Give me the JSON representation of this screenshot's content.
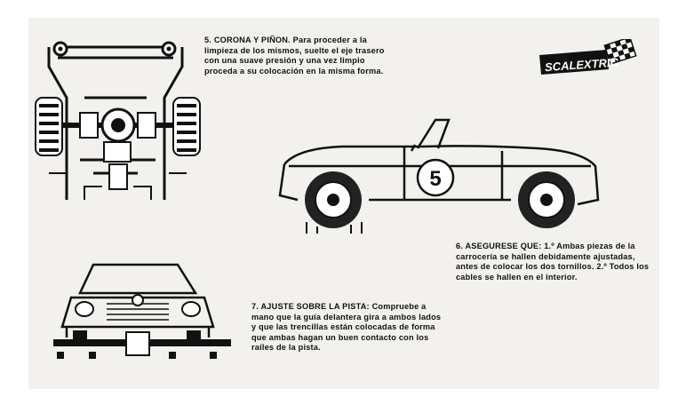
{
  "logo": {
    "text": "SCALEXTRIC"
  },
  "steps": {
    "s5": {
      "heading": "5. CORONA Y PIÑON.",
      "body": "Para proceder a la limpieza de los mismos, suelte el eje trasero con una suave presión y una vez limpio proceda a su colocación en la misma forma."
    },
    "s6": {
      "heading": "6. ASEGURESE QUE: 1.º",
      "body": "Ambas piezas de la carrocería se hallen debidamente ajustadas, antes de colocar los dos tornillos. 2.º Todos los cables se hallen en el interior."
    },
    "s7": {
      "heading": "7. AJUSTE SOBRE LA PISTA:",
      "body": "Compruebe a mano que la guía delantera gira a ambos lados y que las trencillas están colocadas de forma que ambas hagan un buen contacto con los raíles de la pista."
    }
  },
  "car": {
    "race_number": "5"
  },
  "colors": {
    "paper": "#f3f1ed",
    "ink": "#111111",
    "logo_bg": "#111111",
    "logo_text": "#ffffff"
  },
  "icons": [
    "chassis-diagram",
    "car-side-diagram",
    "car-front-diagram",
    "checkered-flag-icon"
  ]
}
